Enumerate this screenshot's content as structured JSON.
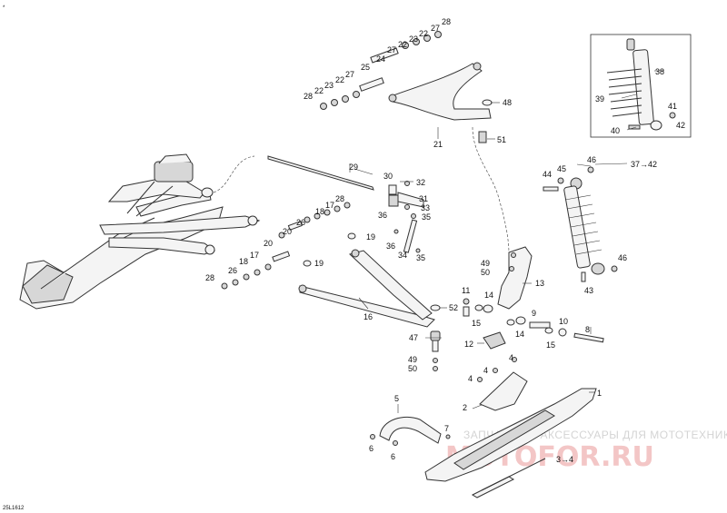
{
  "diagram": {
    "code": "25L1612",
    "corner_mark": "*",
    "watermark": {
      "line1": "ЗАПЧАСТИ И АКСЕССУАРЫ ДЛЯ МОТОТЕХНИКИ",
      "line2": "MOTOFOR.RU"
    },
    "callouts": {
      "c28a": "28",
      "c27a": "27",
      "c22a": "22",
      "c23a": "23",
      "c22b": "22",
      "c27b": "27",
      "c24a": "24",
      "c25a": "25",
      "c27c": "27",
      "c22c": "22",
      "c23b": "23",
      "c22d": "22",
      "c28b": "28",
      "c48": "48",
      "c21": "21",
      "c51": "51",
      "c38": "38",
      "c39": "39",
      "c40": "40",
      "c41": "41",
      "c42": "42",
      "c44": "44",
      "c45": "45",
      "c46a": "46",
      "c3742": "37→42",
      "c43": "43",
      "c46b": "46",
      "c29": "29",
      "c30": "30",
      "c32": "32",
      "c31": "31",
      "c33": "33",
      "c36a": "36",
      "c35a": "35",
      "c19a": "19",
      "c36b": "36",
      "c34": "34",
      "c35b": "35",
      "c28c": "28",
      "c17a": "17",
      "c18a": "18",
      "c26a": "26",
      "c20a": "20",
      "c20b": "20",
      "c17b": "17",
      "c18b": "18",
      "c26b": "26",
      "c28d": "28",
      "c19b": "19",
      "c16": "16",
      "c52": "52",
      "c47": "47",
      "c49a": "49",
      "c50a": "50",
      "c49b": "49",
      "c50b": "50",
      "c13": "13",
      "c11": "11",
      "c14a": "14",
      "c15a": "15",
      "c9": "9",
      "c10": "10",
      "c8": "8",
      "c14b": "14",
      "c15b": "15",
      "c12": "12",
      "c4a": "4",
      "c4b": "4",
      "c4c": "4",
      "c2": "2",
      "c1": "1",
      "c5": "5",
      "c7": "7",
      "c6a": "6",
      "c6b": "6",
      "c34b": "3→4"
    }
  }
}
